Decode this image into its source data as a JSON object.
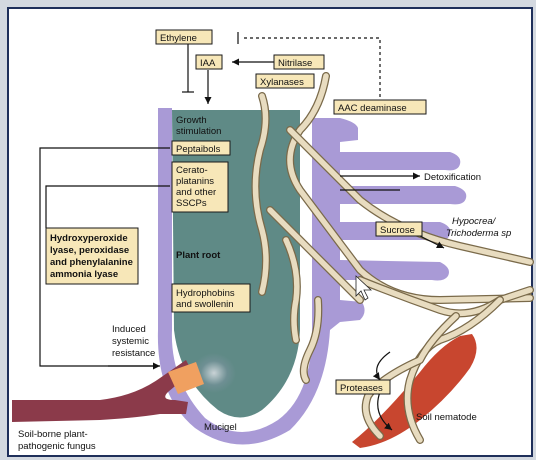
{
  "labels": {
    "ethylene": "Ethylene",
    "iaa": "IAA",
    "nitrilase": "Nitrilase",
    "xylanases": "Xylanases",
    "acc_deaminase": "AAC deaminase",
    "growth_1": "Growth",
    "growth_2": "stimulation",
    "peptaibols": "Peptaibols",
    "cerato_1": "Cerato-",
    "cerato_2": "platanins",
    "cerato_3": "and other",
    "cerato_4": "SSCPs",
    "detox": "Detoxification",
    "hydroxy_1": "Hydroxyperoxide",
    "hydroxy_2": "lyase, peroxidase",
    "hydroxy_3": "and phenylalanine",
    "hydroxy_4": "ammonia lyase",
    "plant_root": "Plant root",
    "sucrose": "Sucrose",
    "tricho_1": "Hypocrea/",
    "tricho_2": "Trichoderma sp",
    "hydrophobins_1": "Hydrophobins",
    "hydrophobins_2": "and swollenin",
    "isr_1": "Induced",
    "isr_2": "systemic",
    "isr_3": "resistance",
    "proteases": "Proteases",
    "nematode": "Soil nematode",
    "mucigel": "Mucigel",
    "fungus_1": "Soil-borne plant-",
    "fungus_2": "pathogenic fungus"
  },
  "colors": {
    "root": "#5f8a86",
    "mucigel": "#a99ad6",
    "hypha": "#e8dcc0",
    "label_fill": "#f7e7b8",
    "nematode": "#c8462f",
    "pathogen": "#8b3a4a",
    "background": "#ffffff"
  }
}
